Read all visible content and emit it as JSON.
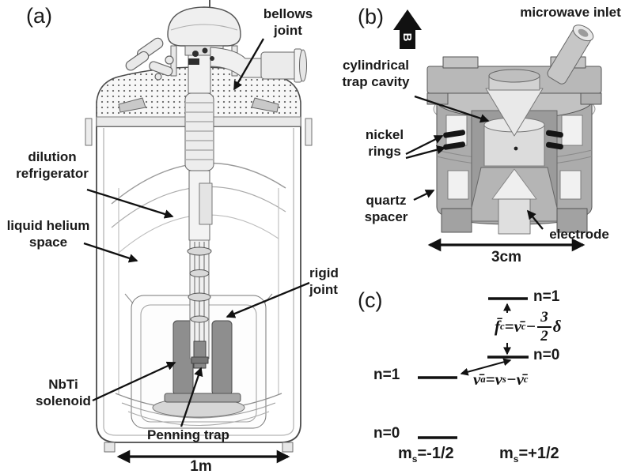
{
  "figure": {
    "colors": {
      "ink": "#1a1a1a",
      "outline": "#4a4a4a",
      "metal_light": "#d9d9d9",
      "metal_mid": "#acacac",
      "metal_dark": "#8e8e8e",
      "nickel_black": "#151515"
    },
    "panel_a": {
      "tag": "(a)",
      "labels": {
        "bellows_joint": "bellows\njoint",
        "dilution_refrigerator": "dilution\nrefrigerator",
        "liquid_helium_space": "liquid helium\nspace",
        "rigid_joint": "rigid\njoint",
        "nbti_solenoid": "NbTi\nsolenoid",
        "penning_trap": "Penning trap"
      },
      "scale": "1m"
    },
    "panel_b": {
      "tag": "(b)",
      "b_field": "B",
      "labels": {
        "microwave_inlet": "microwave inlet",
        "trap_cavity": "cylindrical\ntrap cavity",
        "nickel_rings": "nickel\nrings",
        "quartz_spacer": "quartz\nspacer",
        "electrode": "electrode"
      },
      "scale": "3cm"
    },
    "panel_c": {
      "tag": "(c)",
      "levels": {
        "top_n1": "n=1",
        "mid_n0": "n=0",
        "left_n1": "n=1",
        "bottom_n0": "n=0"
      },
      "formula_fc": {
        "lhs": "f̄",
        "lhs_sub": "c",
        "eq": " = ",
        "nu_c": "ν̄",
        "nu_c_sub": "c",
        "minus": " − ",
        "frac_num": "3",
        "frac_den": "2",
        "delta": "δ"
      },
      "formula_va": {
        "lhs": "ν̄",
        "lhs_sub": "a",
        "eq": " = ",
        "nu_s": "ν",
        "nu_s_sub": "s",
        "minus": " − ",
        "nu_c": "ν̄",
        "nu_c_sub": "c"
      },
      "ms_left": {
        "base": "m",
        "sub": "s",
        "value": "=-1/2"
      },
      "ms_right": {
        "base": "m",
        "sub": "s",
        "value": "=+1/2"
      }
    }
  }
}
